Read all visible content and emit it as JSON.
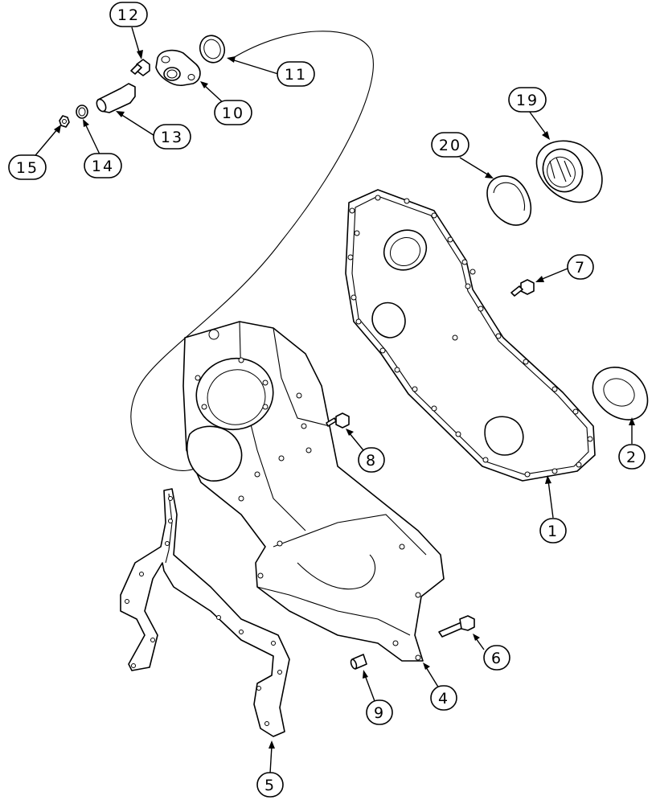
{
  "callouts": [
    {
      "id": "1",
      "label": "1"
    },
    {
      "id": "2",
      "label": "2"
    },
    {
      "id": "4",
      "label": "4"
    },
    {
      "id": "5",
      "label": "5"
    },
    {
      "id": "6",
      "label": "6"
    },
    {
      "id": "7",
      "label": "7"
    },
    {
      "id": "8",
      "label": "8"
    },
    {
      "id": "9",
      "label": "9"
    },
    {
      "id": "10",
      "label": "10"
    },
    {
      "id": "11",
      "label": "11"
    },
    {
      "id": "12",
      "label": "12"
    },
    {
      "id": "13",
      "label": "13"
    },
    {
      "id": "14",
      "label": "14"
    },
    {
      "id": "15",
      "label": "15"
    },
    {
      "id": "19",
      "label": "19"
    },
    {
      "id": "20",
      "label": "20"
    }
  ]
}
